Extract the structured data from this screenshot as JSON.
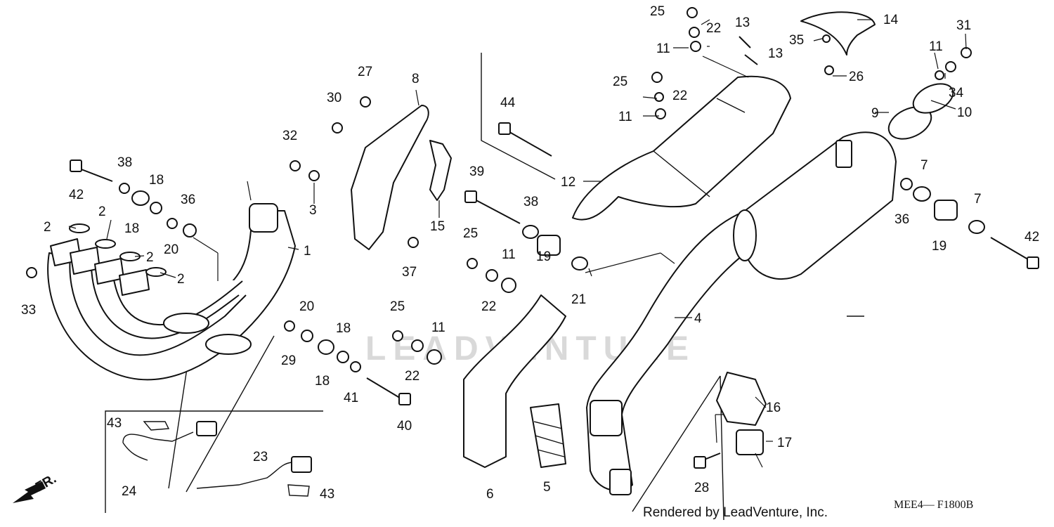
{
  "watermark": "LEADVENTURE",
  "credit": "Rendered by LeadVenture, Inc.",
  "diagram_code": "MEE4— F1800B",
  "front_arrow_label": "FR.",
  "part_labels": [
    {
      "id": "1",
      "text": "1"
    },
    {
      "id": "2a",
      "text": "2"
    },
    {
      "id": "2b",
      "text": "2"
    },
    {
      "id": "2c",
      "text": "2"
    },
    {
      "id": "2d",
      "text": "2"
    },
    {
      "id": "3",
      "text": "3"
    },
    {
      "id": "4",
      "text": "4"
    },
    {
      "id": "5",
      "text": "5"
    },
    {
      "id": "6",
      "text": "6"
    },
    {
      "id": "7a",
      "text": "7"
    },
    {
      "id": "7b",
      "text": "7"
    },
    {
      "id": "8",
      "text": "8"
    },
    {
      "id": "9",
      "text": "9"
    },
    {
      "id": "10",
      "text": "10"
    },
    {
      "id": "11a",
      "text": "11"
    },
    {
      "id": "11b",
      "text": "11"
    },
    {
      "id": "11c",
      "text": "11"
    },
    {
      "id": "11d",
      "text": "11"
    },
    {
      "id": "11e",
      "text": "11"
    },
    {
      "id": "12",
      "text": "12"
    },
    {
      "id": "13a",
      "text": "13"
    },
    {
      "id": "13b",
      "text": "13"
    },
    {
      "id": "14",
      "text": "14"
    },
    {
      "id": "15",
      "text": "15"
    },
    {
      "id": "16",
      "text": "16"
    },
    {
      "id": "17",
      "text": "17"
    },
    {
      "id": "18a",
      "text": "18"
    },
    {
      "id": "18b",
      "text": "18"
    },
    {
      "id": "18c",
      "text": "18"
    },
    {
      "id": "18d",
      "text": "18"
    },
    {
      "id": "19a",
      "text": "19"
    },
    {
      "id": "19b",
      "text": "19"
    },
    {
      "id": "20a",
      "text": "20"
    },
    {
      "id": "20b",
      "text": "20"
    },
    {
      "id": "21",
      "text": "21"
    },
    {
      "id": "22a",
      "text": "22"
    },
    {
      "id": "22b",
      "text": "22"
    },
    {
      "id": "22c",
      "text": "22"
    },
    {
      "id": "22d",
      "text": "22"
    },
    {
      "id": "23",
      "text": "23"
    },
    {
      "id": "24",
      "text": "24"
    },
    {
      "id": "25a",
      "text": "25"
    },
    {
      "id": "25b",
      "text": "25"
    },
    {
      "id": "25c",
      "text": "25"
    },
    {
      "id": "25d",
      "text": "25"
    },
    {
      "id": "26",
      "text": "26"
    },
    {
      "id": "27",
      "text": "27"
    },
    {
      "id": "28",
      "text": "28"
    },
    {
      "id": "29",
      "text": "29"
    },
    {
      "id": "30",
      "text": "30"
    },
    {
      "id": "31",
      "text": "31"
    },
    {
      "id": "32",
      "text": "32"
    },
    {
      "id": "33",
      "text": "33"
    },
    {
      "id": "34",
      "text": "34"
    },
    {
      "id": "35",
      "text": "35"
    },
    {
      "id": "36a",
      "text": "36"
    },
    {
      "id": "36b",
      "text": "36"
    },
    {
      "id": "37",
      "text": "37"
    },
    {
      "id": "38a",
      "text": "38"
    },
    {
      "id": "38b",
      "text": "38"
    },
    {
      "id": "39",
      "text": "39"
    },
    {
      "id": "40",
      "text": "40"
    },
    {
      "id": "41",
      "text": "41"
    },
    {
      "id": "42a",
      "text": "42"
    },
    {
      "id": "42b",
      "text": "42"
    },
    {
      "id": "43a",
      "text": "43"
    },
    {
      "id": "43b",
      "text": "43"
    },
    {
      "id": "44",
      "text": "44"
    }
  ]
}
